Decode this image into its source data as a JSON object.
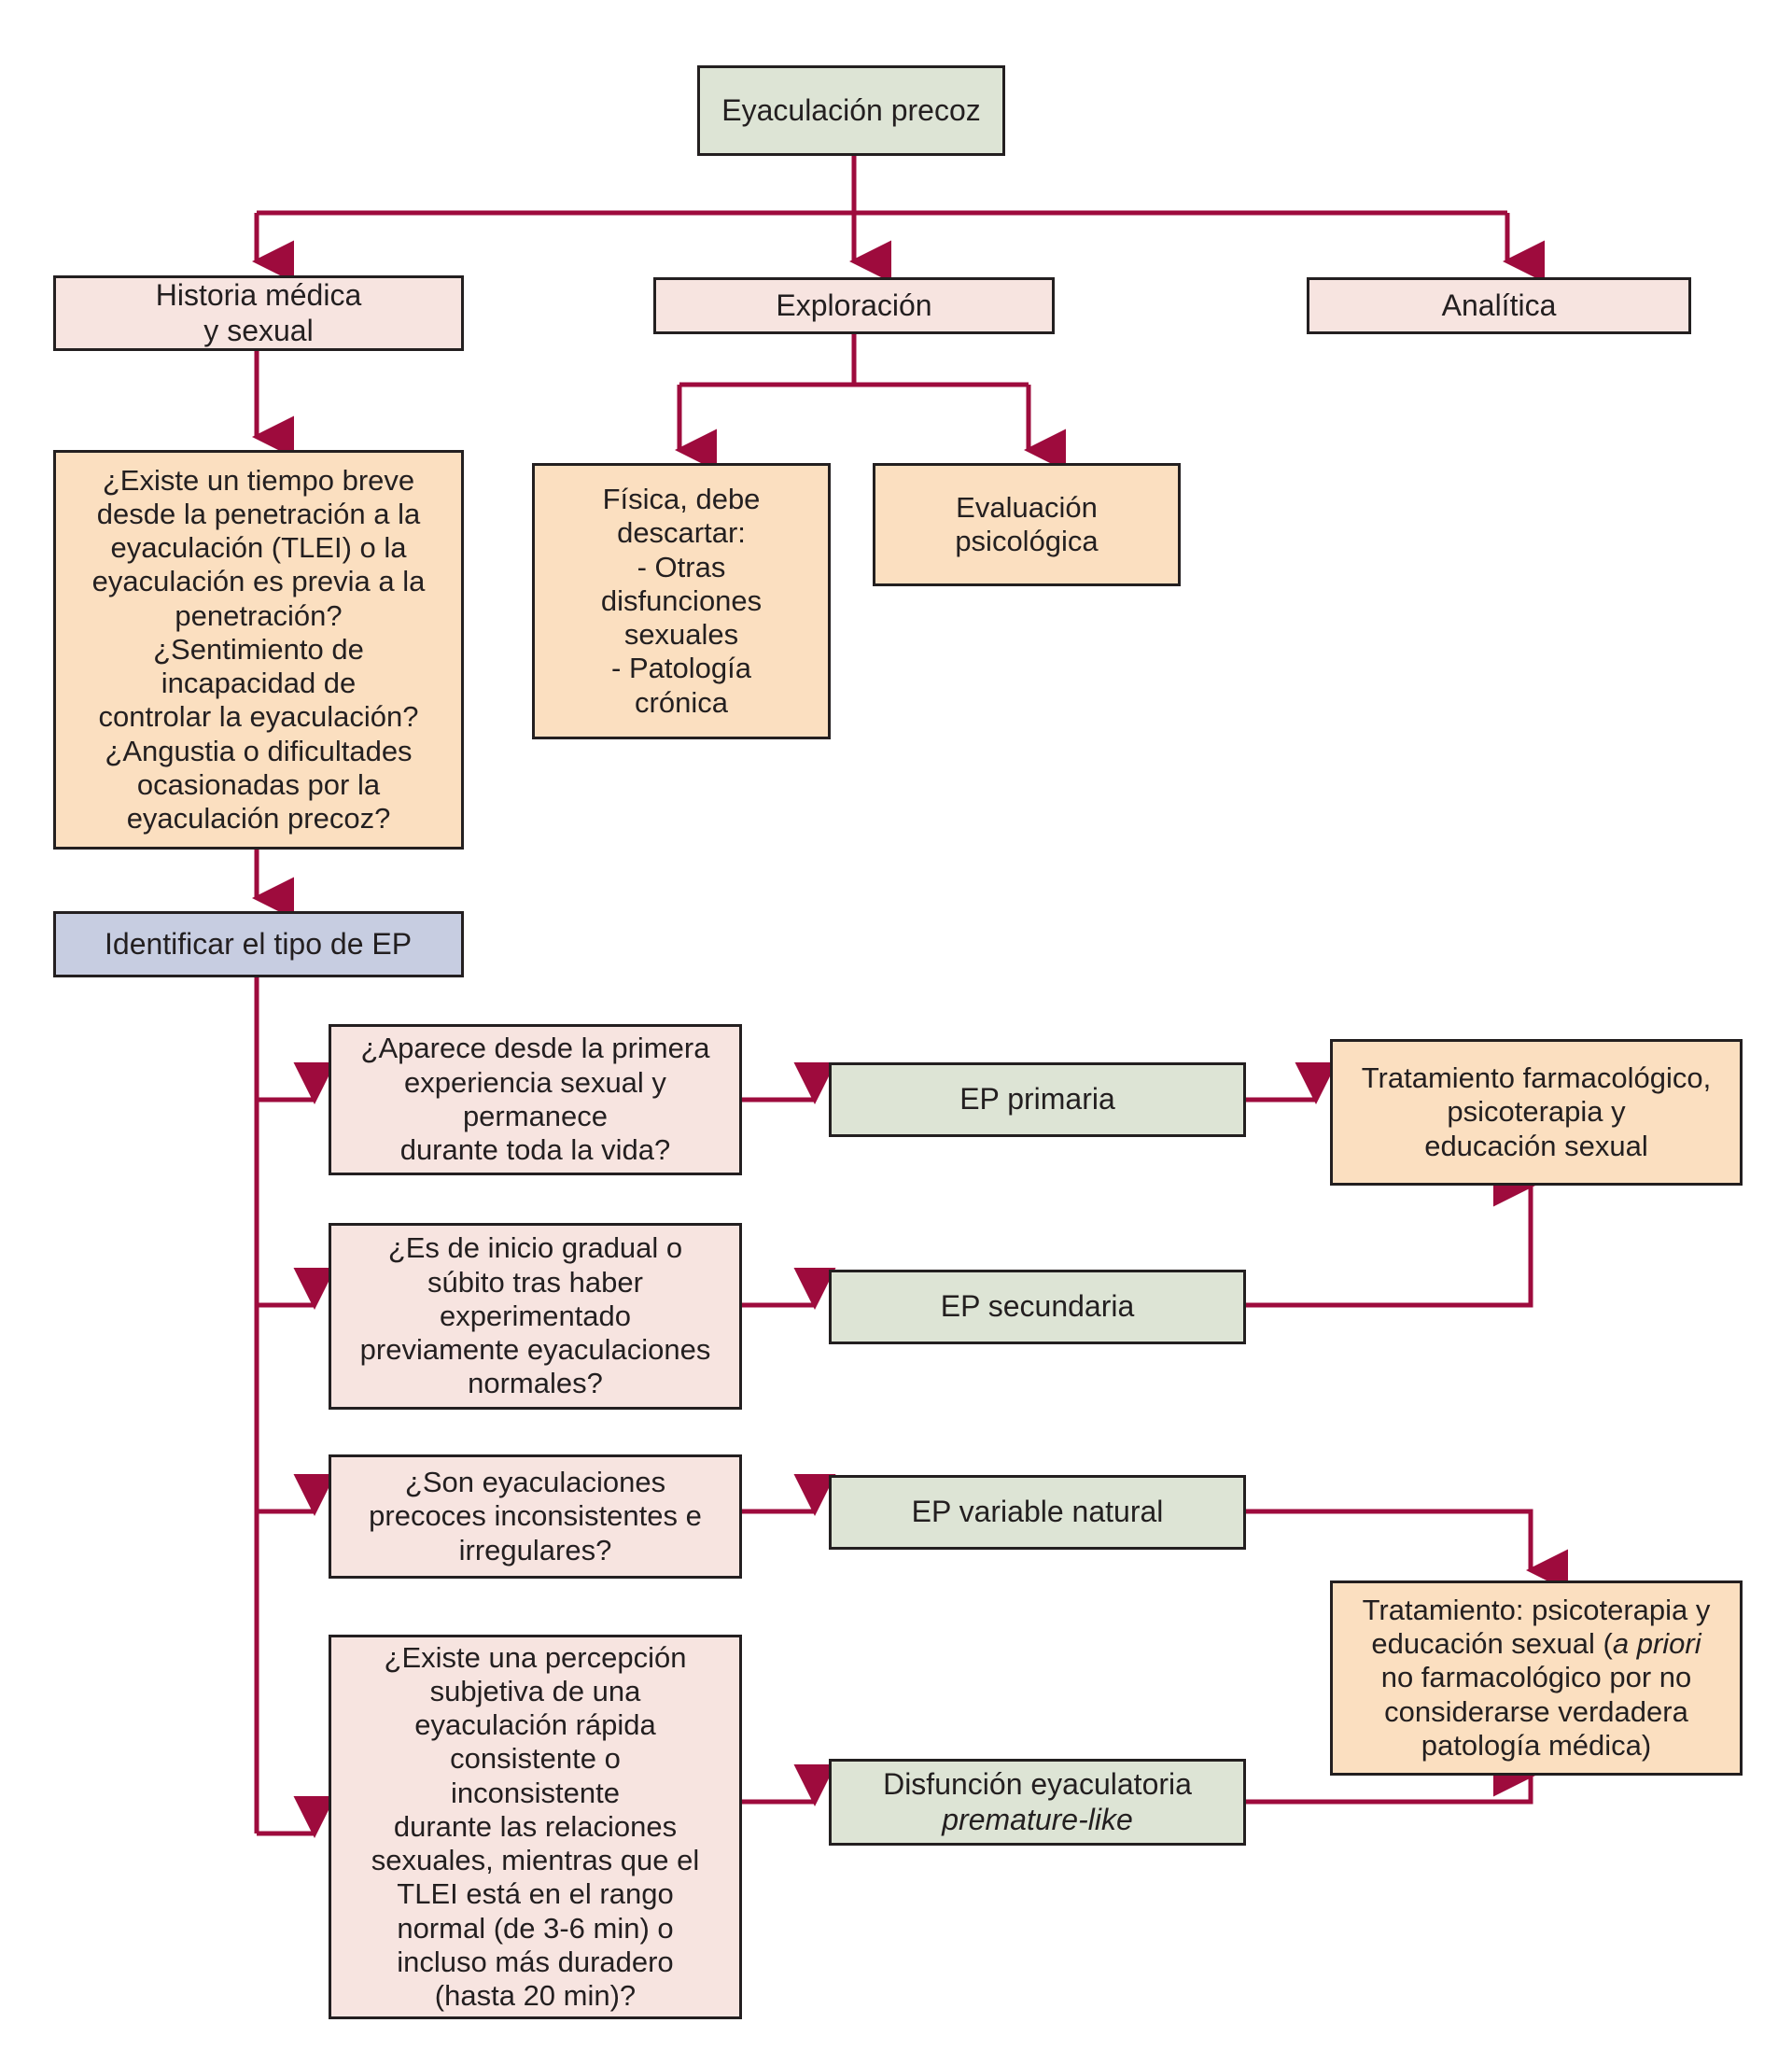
{
  "diagram": {
    "title": "Algoritmo diagnostico-terapeutico de la eyaculacion precoz",
    "language": "es",
    "colors": {
      "green_box": "#dde4d5",
      "pink_box": "#f7e4e0",
      "orange_box": "#fbdfc0",
      "blue_box": "#c7cde1",
      "border": "#231f20",
      "connector": "#9e0b3d",
      "background": "#ffffff",
      "text": "#231f20"
    },
    "nodes": {
      "root": "Eyaculación precoz",
      "historia": "Historia médica\ny sexual",
      "exploracion": "Exploración",
      "analitica": "Analítica",
      "preguntas_historia": "¿Existe un tiempo breve\ndesde la penetración a la\neyaculación (TLEI) o la\neyaculación es previa a la\npenetración?\n¿Sentimiento de\nincapacidad de\ncontrolar la eyaculación?\n¿Angustia o dificultades\nocasionadas por la\neyaculación precoz?",
      "fisica": "Física, debe\ndescartar:\n- Otras\ndisfunciones\nsexuales\n- Patología\ncrónica",
      "evaluacion_psicologica": "Evaluación\npsicológica",
      "identificar_tipo": "Identificar el tipo de EP",
      "q_primaria": "¿Aparece desde la primera\nexperiencia sexual y\npermanece\ndurante toda la vida?",
      "q_secundaria": "¿Es de inicio gradual o\nsúbito tras haber\nexperimentado\npreviamente eyaculaciones\nnormales?",
      "q_variable": "¿Son eyaculaciones\nprecoces inconsistentes e\nirregulares?",
      "q_premature_like": "¿Existe una percepción\nsubjetiva de una\neyaculación rápida\nconsistente o\ninconsistente\ndurante las relaciones\nsexuales, mientras que el\nTLEI está en el rango\nnormal (de 3-6 min) o\nincluso más duradero\n(hasta 20 min)?",
      "ep_primaria": "EP primaria",
      "ep_secundaria": "EP secundaria",
      "ep_variable_natural": "EP variable natural",
      "disfuncion_premature_like_line1": "Disfunción eyaculatoria",
      "disfuncion_premature_like_line2": "premature-like",
      "tratamiento_farmacologico": "Tratamiento farmacológico,\npsicoterapia y\neducación sexual",
      "tratamiento_psicoterapia_1": "Tratamiento: psicoterapia y",
      "tratamiento_psicoterapia_2a": "educación sexual (",
      "tratamiento_psicoterapia_2b": "a priori",
      "tratamiento_psicoterapia_3": "no farmacológico por no\nconsiderarse verdadera\npatología médica)"
    }
  }
}
